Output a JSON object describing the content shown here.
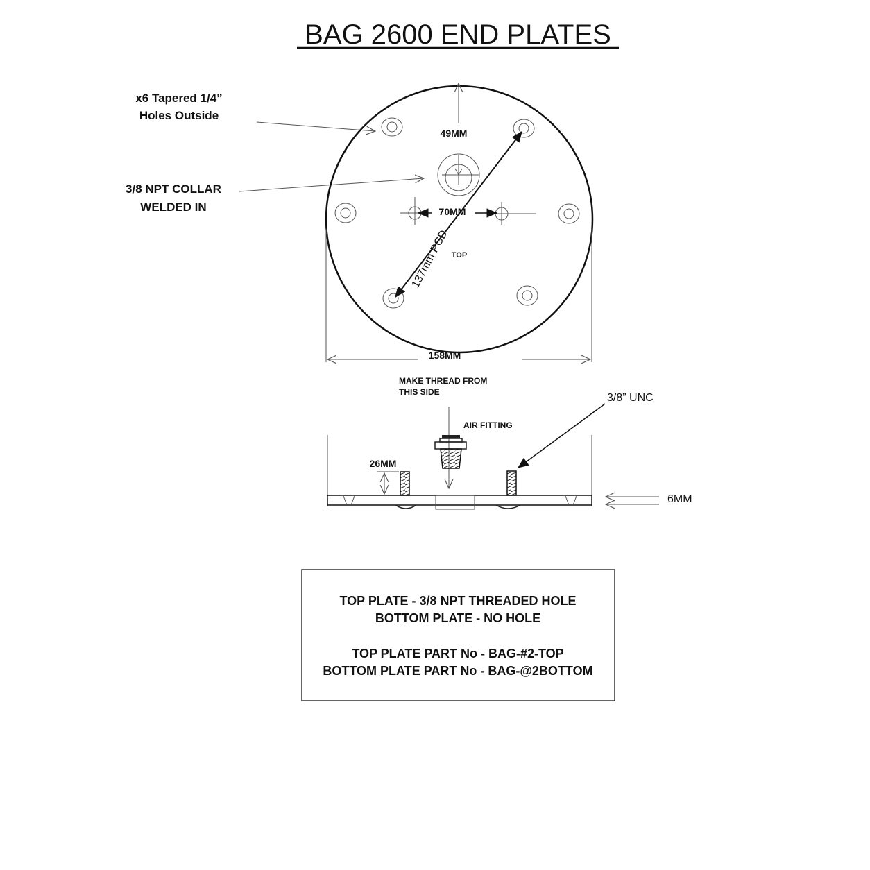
{
  "title": "BAG 2600 END PLATES",
  "top_view": {
    "callouts": {
      "holes_line1": "x6 Tapered 1/4”",
      "holes_line2": "Holes Outside",
      "collar_line1": "3/8 NPT COLLAR",
      "collar_line2": "WELDED IN"
    },
    "dimensions": {
      "offset": "49MM",
      "stud_spacing": "70MM",
      "pcd": "137mm PCD",
      "diameter": "158MM"
    },
    "orientation_label": "TOP"
  },
  "side_view": {
    "thread_note_line1": "MAKE THREAD FROM",
    "thread_note_line2": "THIS SIDE",
    "air_fitting_label": "AIR FITTING",
    "stud_label": "3/8” UNC",
    "stud_height": "26MM",
    "plate_thickness": "6MM"
  },
  "notes_box": {
    "line1": "TOP PLATE - 3/8 NPT THREADED HOLE",
    "line2": "BOTTOM PLATE - NO HOLE",
    "line3": "TOP PLATE PART No - BAG-#2-TOP",
    "line4": "BOTTOM PLATE PART No - BAG-@2BOTTOM"
  }
}
